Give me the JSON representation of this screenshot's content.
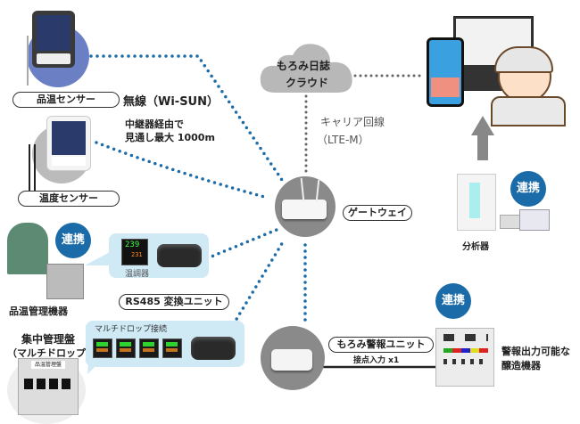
{
  "sensors": {
    "product_temp_sensor": "品温センサー",
    "temperature_sensor": "温度センサー"
  },
  "wireless": {
    "label": "無線（Wi-SUN）",
    "note_line1": "中継器経由で",
    "note_line2": "見通し最大 1000m"
  },
  "cloud": {
    "line1": "もろみ日誌",
    "line2": "クラウド"
  },
  "carrier": {
    "line1": "キャリア回線",
    "line2": "（LTE-M）"
  },
  "gateway": {
    "label": "ゲートウェイ"
  },
  "analyzer": {
    "label": "分析器",
    "badge": "連携"
  },
  "temp_mgmt": {
    "label": "品温管理機器",
    "badge": "連携",
    "controller_label": "温調器",
    "display_top": "239",
    "display_bottom": "231"
  },
  "rs485": {
    "label": "RS485 変換ユニット"
  },
  "central_panel": {
    "title_line1": "集中管理盤",
    "title_line2": "（マルチドロップ）",
    "panel_label": "品温管理盤",
    "multidrop_label": "マルチドロップ接続"
  },
  "alarm_unit": {
    "label": "もろみ警報ユニット",
    "contact": "接点入力 x1",
    "badge": "連携",
    "equipment_line1": "警報出力可能な",
    "equipment_line2": "醸造機器"
  },
  "colors": {
    "accent_blue": "#1a6ba8",
    "dot_blue": "#1a6ba8",
    "dot_gray": "#666666",
    "cloud_gray": "#b8b8b8",
    "callout_bg": "#cfe9f5",
    "arrow_gray": "#888888"
  }
}
